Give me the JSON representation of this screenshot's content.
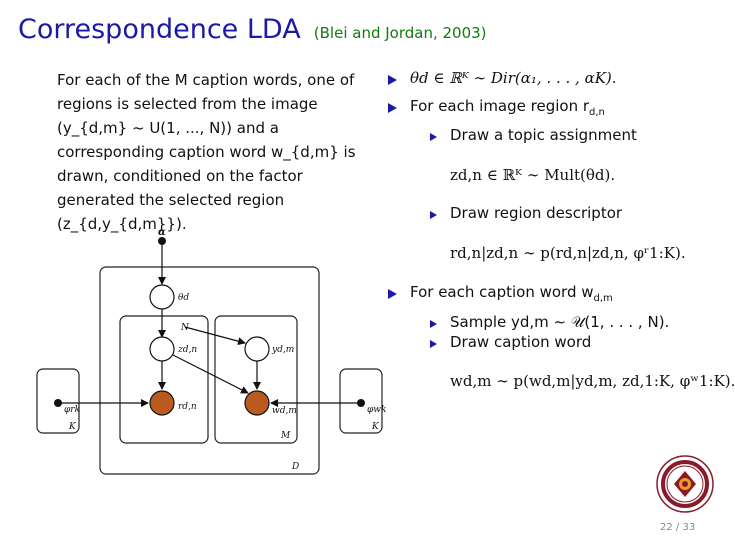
{
  "slide": {
    "title": "Correspondence LDA",
    "reference": "(Blei and Jordan, 2003)",
    "page_number": "22 / 33"
  },
  "intro_text": "For each of the M caption words, one of regions is selected from the image (y_{d,m} ~ U(1, ..., N)) and a corresponding caption word w_{d,m} is drawn, conditioned on the factor generated the selected region (z_{d,y_{d,m}}).",
  "bullets": {
    "b1": "θd ∈ ℝᴷ ∼ Dir(α₁, . . . , αK).",
    "b2": "For each image region r",
    "b2_sub": "d,n",
    "b2_1": "Draw a topic assignment",
    "b2_1_eq": "zd,n ∈ ℝᴷ ∼ Mult(θd).",
    "b2_2": "Draw region descriptor",
    "b2_2_eq": "rd,n|zd,n ∼ p(rd,n|zd,n, φʳ1:K).",
    "b3": "For each caption word w",
    "b3_sub": "d,m",
    "b3_1": "Sample yd,m ∼ 𝒰(1, . . . , N).",
    "b3_2": "Draw caption word",
    "b3_2_eq": "wd,m ∼ p(wd,m|yd,m, zd,1:K, φʷ1:K)."
  },
  "diagram": {
    "labels": {
      "alpha": "α",
      "theta": "θd",
      "z": "zd,n",
      "y": "yd,m",
      "r": "rd,n",
      "w": "wd,m",
      "phi_r": "φrk",
      "phi_w": "φwk",
      "plate_N": "N",
      "plate_M": "M",
      "plate_D": "D",
      "plate_K_left": "K",
      "plate_K_right": "K"
    },
    "colors": {
      "observed": "#bb5a1e",
      "latent": "#ffffff"
    }
  },
  "emblem": {
    "icon": "university-seal-icon"
  }
}
